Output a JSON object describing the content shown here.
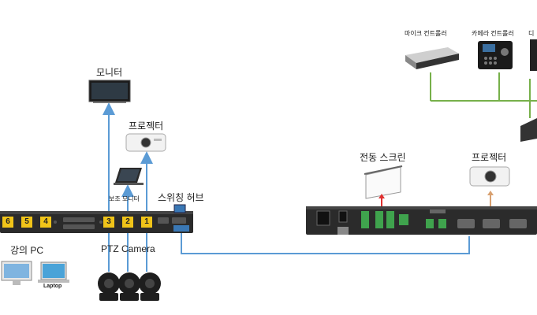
{
  "labels": {
    "monitor": "모니터",
    "projector_left": "프로젝터",
    "sub_monitor": "보조 모니터",
    "switching_hub": "스위칭 허브",
    "lecture_pc": "강의 PC",
    "ptz_camera": "PTZ Camera",
    "laptop": "Laptop",
    "electric_screen": "전동 스크린",
    "projector_right": "프로젝터",
    "mic_controller": "마이크 컨트롤러",
    "camera_controller": "카메라 컨트롤러",
    "cut_label": "디"
  },
  "ports": {
    "input_6": "6",
    "input_5": "5",
    "input_4": "4",
    "camera_3": "3",
    "camera_2": "2",
    "camera_1": "1"
  },
  "colors": {
    "cable_blue": "#5b9bd5",
    "cable_green": "#77b04a",
    "device_dark": "#2b2b2b",
    "port_badge": "#f0c419",
    "arrow_red": "#e03030",
    "arrow_tan": "#d8a070"
  }
}
